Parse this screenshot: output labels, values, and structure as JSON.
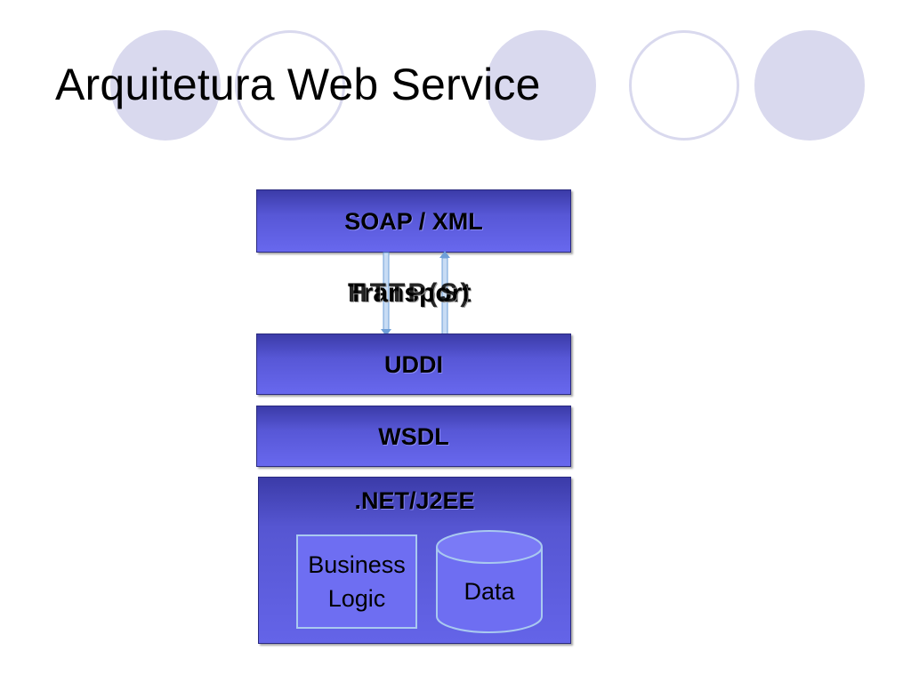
{
  "slide": {
    "title": "Arquitetura Web Service"
  },
  "diagram": {
    "layers": {
      "soap": "SOAP / XML",
      "uddi": "UDDI",
      "wsdl": "WSDL",
      "platform": ".NET/J2EE"
    },
    "connector": {
      "label_transport": "Transport",
      "label_http": "HTTP(S)"
    },
    "platform_components": {
      "business_logic": [
        "Business",
        "Logic"
      ],
      "data": "Data"
    }
  },
  "colors": {
    "layer_dark": "#3b3ba8",
    "layer_light": "#6868ee",
    "decor_circle": "#d9d9ee",
    "box_border": "#a9c9f0"
  }
}
